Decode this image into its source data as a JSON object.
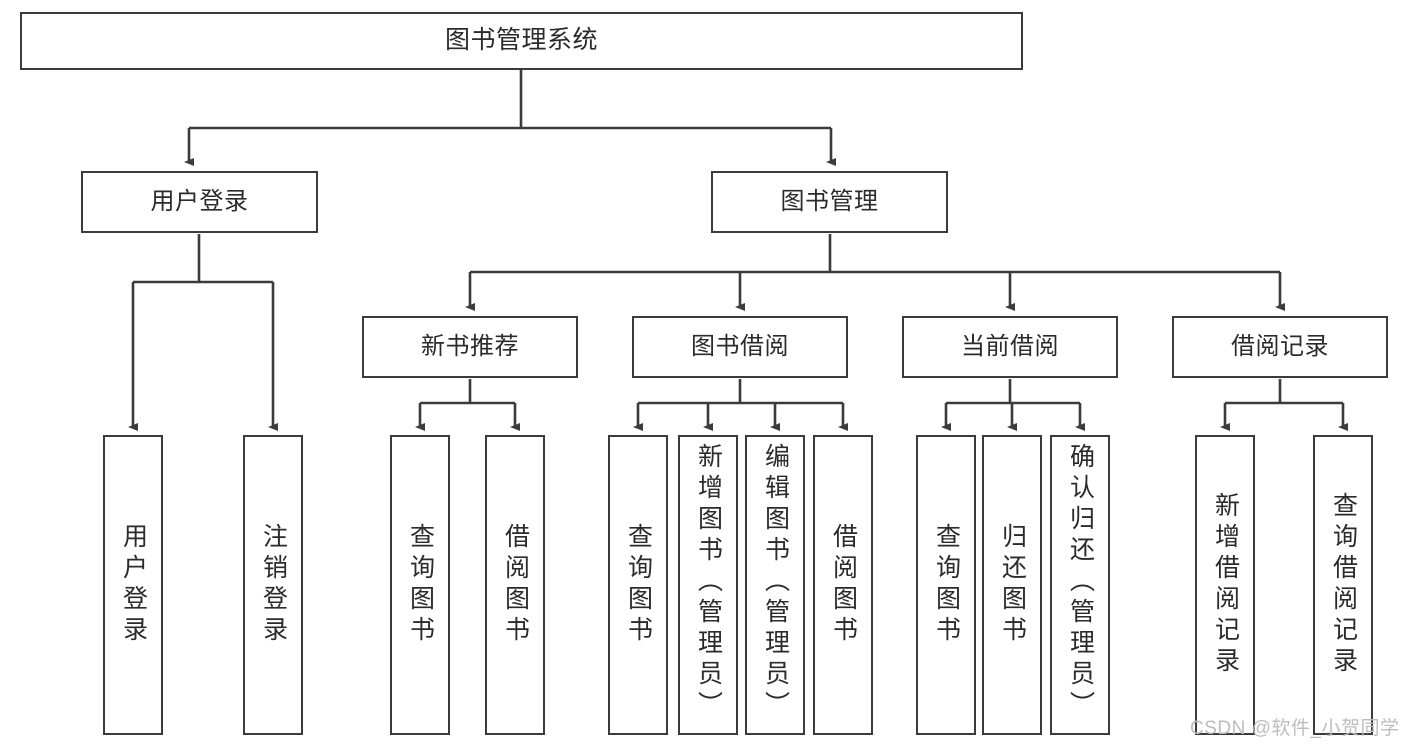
{
  "diagram": {
    "title": "图书管理系统",
    "root": {
      "id": "root",
      "label": "图书管理系统"
    },
    "level1": [
      {
        "id": "user-login",
        "label": "用户登录"
      },
      {
        "id": "book-manage",
        "label": "图书管理"
      }
    ],
    "level2": [
      {
        "id": "new-book-recommend",
        "label": "新书推荐"
      },
      {
        "id": "book-borrow",
        "label": "图书借阅"
      },
      {
        "id": "current-borrow",
        "label": "当前借阅"
      },
      {
        "id": "borrow-record",
        "label": "借阅记录"
      }
    ],
    "leaves": {
      "user_login": [
        {
          "id": "leaf-user-login",
          "label": "用户登录"
        },
        {
          "id": "leaf-logout-login",
          "label": "注销登录"
        }
      ],
      "new_book_recommend": [
        {
          "id": "leaf-query-book-1",
          "label": "查询图书"
        },
        {
          "id": "leaf-borrow-book-1",
          "label": "借阅图书"
        }
      ],
      "book_borrow": [
        {
          "id": "leaf-query-book-2",
          "label": "查询图书"
        },
        {
          "id": "leaf-add-book",
          "label": "新增图书（管理员）"
        },
        {
          "id": "leaf-edit-book",
          "label": "编辑图书（管理员）"
        },
        {
          "id": "leaf-borrow-book-2",
          "label": "借阅图书"
        }
      ],
      "current_borrow": [
        {
          "id": "leaf-query-book-3",
          "label": "查询图书"
        },
        {
          "id": "leaf-return-book",
          "label": "归还图书"
        },
        {
          "id": "leaf-confirm-return",
          "label": "确认归还（管理员）"
        }
      ],
      "borrow_record": [
        {
          "id": "leaf-add-record",
          "label": "新增借阅记录"
        },
        {
          "id": "leaf-query-record",
          "label": "查询借阅记录"
        }
      ]
    },
    "colors": {
      "stroke": "#3b3b3b",
      "fill": "#ffffff",
      "text": "#2b2b2b",
      "watermark": "#bdbdbd"
    }
  },
  "watermark": {
    "text": "CSDN @软件_小贺同学"
  }
}
